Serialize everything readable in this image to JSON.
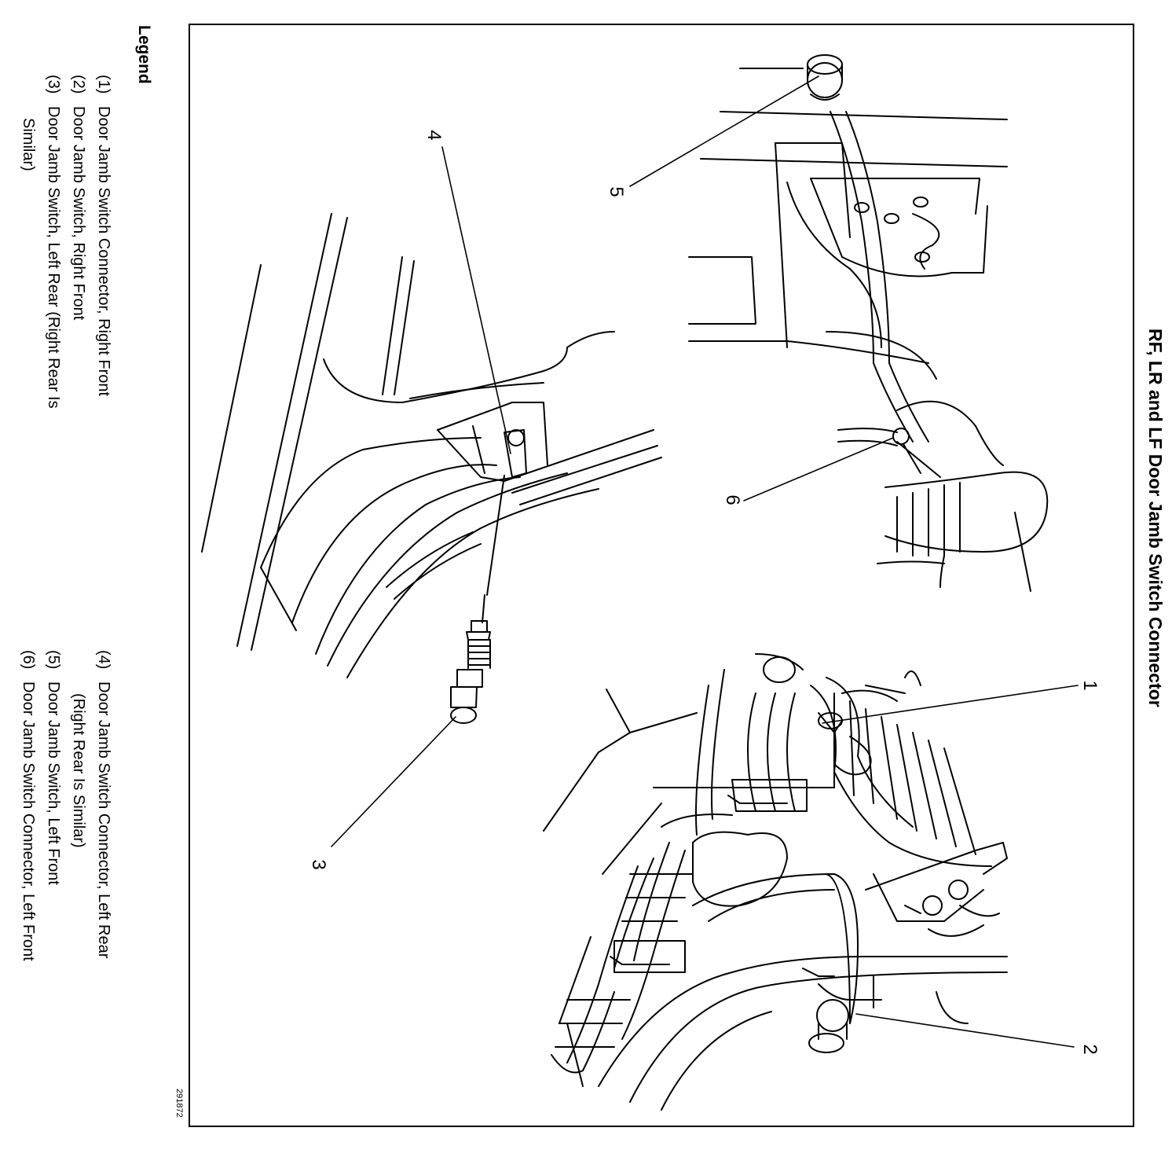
{
  "diagram": {
    "title": "RF, LR and LF Door Jamb Switch Connector",
    "figure_number": "291872",
    "callouts": [
      "1",
      "2",
      "3",
      "4",
      "5",
      "6"
    ],
    "legend": {
      "heading": "Legend",
      "column_left": [
        {
          "num": "(1)",
          "lines": [
            "Door Jamb Switch Connector, Right Front"
          ]
        },
        {
          "num": "(2)",
          "lines": [
            "Door Jamb Switch, Right Front"
          ]
        },
        {
          "num": "(3)",
          "lines": [
            "Door Jamb Switch, Left Rear (Right Rear Is",
            "Similar)"
          ]
        }
      ],
      "column_right": [
        {
          "num": "(4)",
          "lines": [
            "Door Jamb Switch Connector, Left Rear",
            "(Right Rear Is Similar)"
          ]
        },
        {
          "num": "(5)",
          "lines": [
            "Door Jamb Switch, Left Front"
          ]
        },
        {
          "num": "(6)",
          "lines": [
            "Door Jamb Switch Connector, Left Front"
          ]
        }
      ]
    }
  }
}
